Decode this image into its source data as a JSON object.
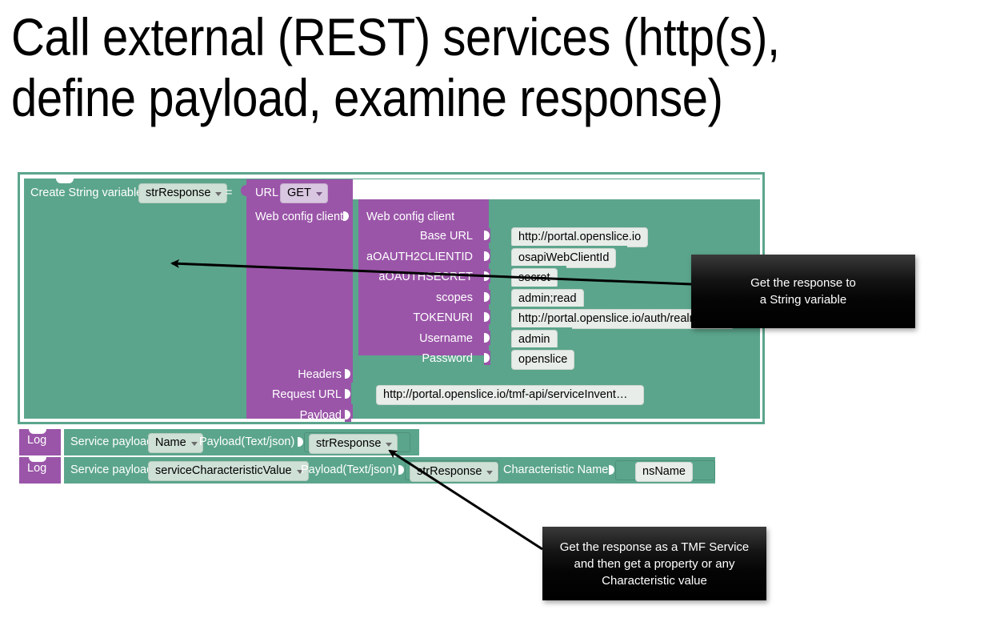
{
  "slide": {
    "title": "Call external (REST) services (http(s), define payload, examine response)"
  },
  "workspace": {
    "create_variable_block": {
      "label": "Create String variable",
      "variable": "strResponse",
      "equals": "="
    },
    "url_block": {
      "url_label": "URL",
      "method": "GET",
      "web_config_client_label": "Web config client",
      "headers_label": "Headers",
      "request_url_label": "Request URL",
      "request_url_value": "http://portal.openslice.io/tmf-api/serviceInvent…",
      "payload_label": "Payload"
    },
    "web_config_block": {
      "title": "Web config client",
      "rows": [
        {
          "label": "Base URL",
          "value": "http://portal.openslice.io"
        },
        {
          "label": "aOAUTH2CLIENTID",
          "value": "osapiWebClientId"
        },
        {
          "label": "aOAUTHSECRET",
          "value": "secret"
        },
        {
          "label": "scopes",
          "value": "admin;read"
        },
        {
          "label": "TOKENURI",
          "value": "http://portal.openslice.io/auth/realms/ope"
        },
        {
          "label": "Username",
          "value": "admin"
        },
        {
          "label": "Password",
          "value": "openslice"
        }
      ]
    },
    "log_rows": [
      {
        "log_label": "Log",
        "service_payload_label": "Service payload",
        "service_payload_value": "Name",
        "payload_label": "Payload(Text/json)",
        "payload_value": "strResponse"
      },
      {
        "log_label": "Log",
        "service_payload_label": "Service payload",
        "service_payload_value": "serviceCharacteristicValue",
        "payload_label": "Payload(Text/json)",
        "payload_value": "strResponse",
        "characteristic_name_label": "Characteristic Name",
        "characteristic_name_value": "nsName"
      }
    ]
  },
  "callouts": [
    {
      "text": "Get the response to\na String variable"
    },
    {
      "text": "Get the response as a TMF Service\nand then get a property or any\nCharacteristic value"
    }
  ],
  "colors": {
    "teal": "#5BA58C",
    "purple": "#9A55A8",
    "field_text_bg": "#E8EDE9",
    "field_dropdown_bg": "#CFE0D6",
    "callout_bg": "#000000",
    "background": "#FFFFFF"
  }
}
